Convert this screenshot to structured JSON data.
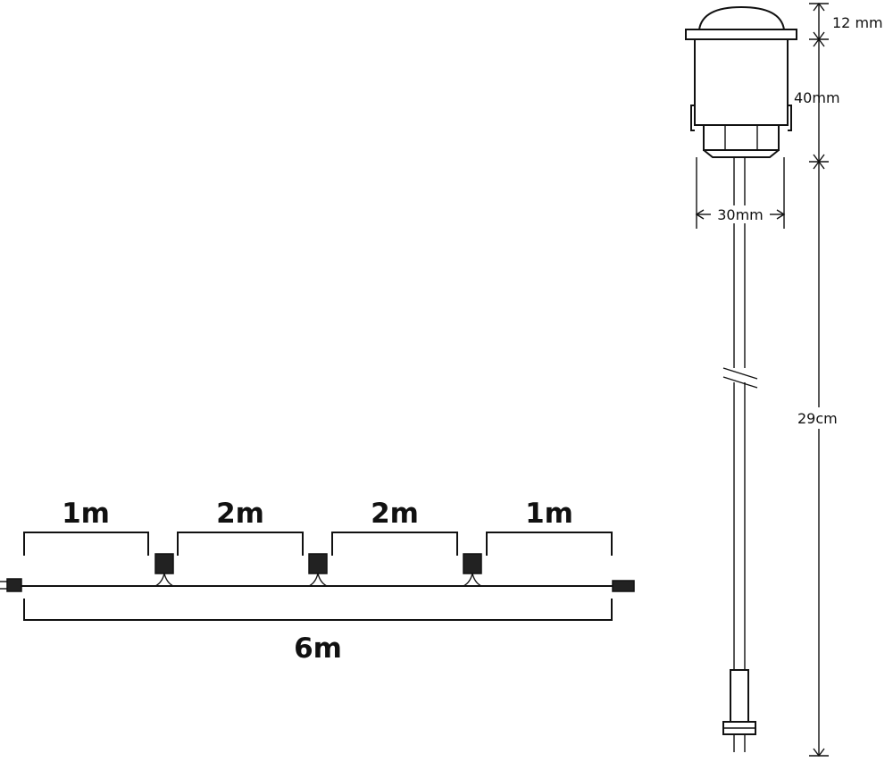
{
  "string_lights": {
    "segment_labels": [
      "1m",
      "2m",
      "2m",
      "1m"
    ],
    "total_label": "6m"
  },
  "fixture": {
    "cap_height_label": "12 mm",
    "body_height_label": "40mm",
    "diameter_label": "30mm",
    "cable_length_label": "29cm"
  },
  "colors": {
    "line": "#111111",
    "connector": "#222222"
  }
}
